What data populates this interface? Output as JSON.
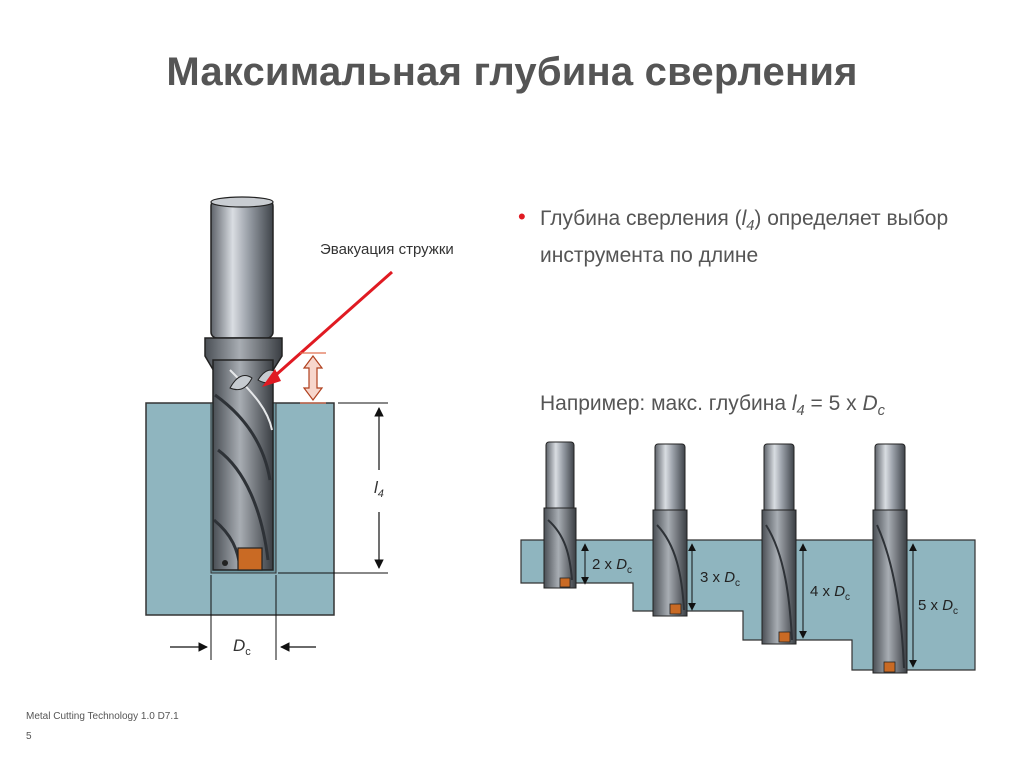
{
  "slide": {
    "title": "Максимальная глубина сверления",
    "bullet": {
      "before": "Глубина сверления (",
      "symbol": "l",
      "symbol_sub": "4",
      "after": ") определяет выбор инструмента по длине"
    },
    "example": {
      "before": "Например: макс. глубина ",
      "l": "l",
      "l_sub": "4",
      "middle": " = 5 x ",
      "d": "D",
      "d_sub": "c"
    },
    "callout": "Эвакуация стружки",
    "dims": {
      "depth": "l",
      "depth_sub": "4",
      "diameter": "D",
      "diameter_sub": "c"
    },
    "ratios": [
      {
        "n": "2 x ",
        "d": "D",
        "sub": "c"
      },
      {
        "n": "3 x ",
        "d": "D",
        "sub": "c"
      },
      {
        "n": "4 x ",
        "d": "D",
        "sub": "c"
      },
      {
        "n": "5 x ",
        "d": "D",
        "sub": "c"
      }
    ],
    "footer": {
      "line1": "Metal Cutting Technology 1.0 D7.1",
      "line2": "5"
    }
  },
  "colors": {
    "workpiece": "#8fb5bf",
    "arrow": "#e01a22",
    "title": "#555555"
  }
}
